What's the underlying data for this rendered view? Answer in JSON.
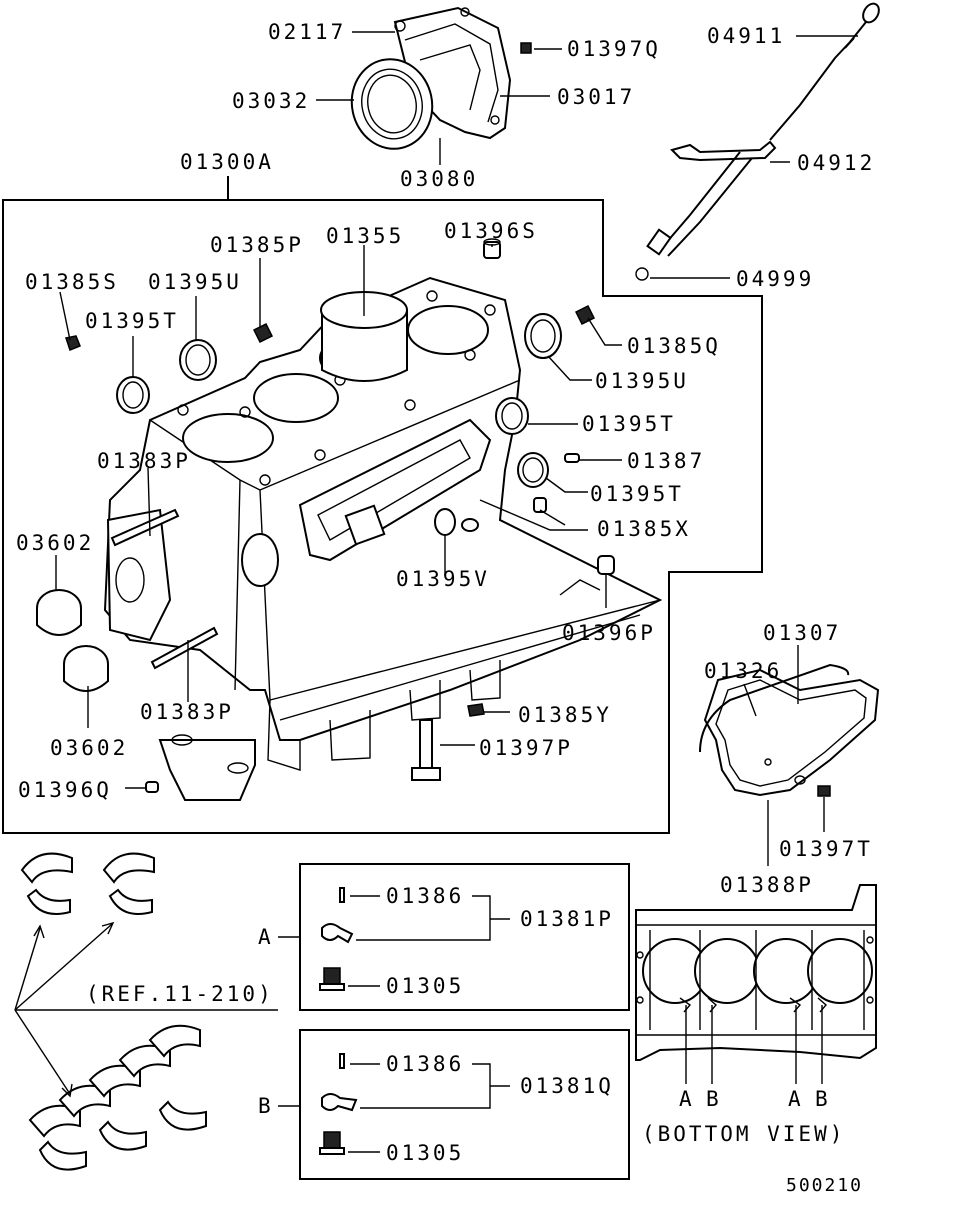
{
  "labels": {
    "p02117": "02117",
    "p01397Q": "01397Q",
    "p03032": "03032",
    "p03017": "03017",
    "p03080": "03080",
    "p04911": "04911",
    "p04912": "04912",
    "p04999": "04999",
    "p01300A": "01300A",
    "p01385P": "01385P",
    "p01355": "01355",
    "p01396S": "01396S",
    "p01385S": "01385S",
    "p01395U_left": "01395U",
    "p01395T_left": "01395T",
    "p01385Q": "01385Q",
    "p01395U_right": "01395U",
    "p01395T_right1": "01395T",
    "p01387": "01387",
    "p01395T_right2": "01395T",
    "p01383P_top": "01383P",
    "p01385X": "01385X",
    "p03602_top": "03602",
    "p01395V": "01395V",
    "p01396P": "01396P",
    "p01383P_bottom": "01383P",
    "p01385Y": "01385Y",
    "p03602_bottom": "03602",
    "p01397P": "01397P",
    "p01396Q": "01396Q",
    "p01307": "01307",
    "p01326": "01326",
    "p01397T": "01397T",
    "p01388P": "01388P",
    "ref": "(REF.11-210)",
    "boxA_label": "A",
    "boxA_01386": "01386",
    "boxA_01381P": "01381P",
    "boxA_01305": "01305",
    "boxB_label": "B",
    "boxB_01386": "01386",
    "boxB_01381Q": "01381Q",
    "boxB_01305": "01305",
    "bottom_A1": "A",
    "bottom_B1": "B",
    "bottom_A2": "A",
    "bottom_B2": "B",
    "bottom_view": "(BOTTOM VIEW)",
    "diagram_code": "500210"
  }
}
